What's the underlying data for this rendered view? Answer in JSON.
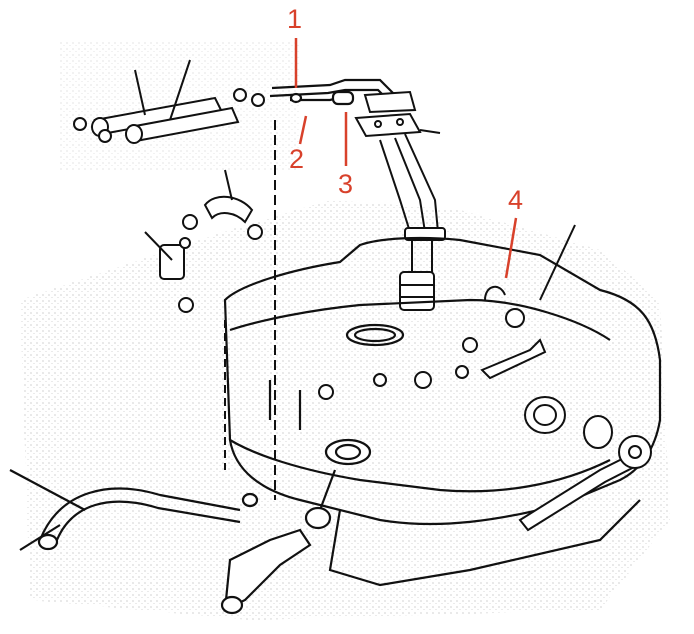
{
  "callouts": [
    {
      "label": "1",
      "color": "#d8412b"
    },
    {
      "label": "2",
      "color": "#d8412b"
    },
    {
      "label": "3",
      "color": "#d8412b"
    },
    {
      "label": "4",
      "color": "#d8412b"
    }
  ],
  "colors": {
    "line": "#111111",
    "accent": "#d8412b",
    "paper": "#ffffff"
  }
}
